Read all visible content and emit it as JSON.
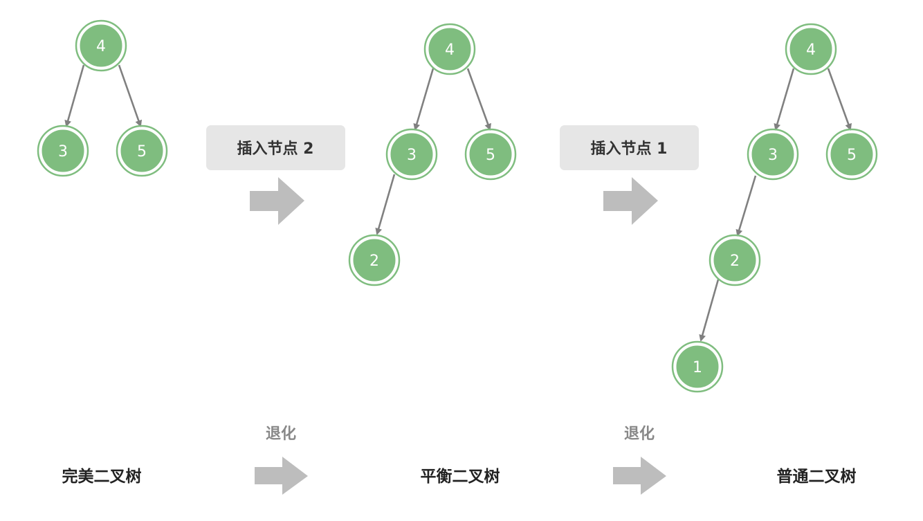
{
  "colors": {
    "node": "#7fbd7f",
    "edge": "#808080",
    "label_box": "#e6e6e6",
    "arrow": "#bdbdbd"
  },
  "trees": [
    {
      "name": "完美二叉树",
      "nodes": [
        "4",
        "3",
        "5"
      ]
    },
    {
      "name": "平衡二叉树",
      "nodes": [
        "4",
        "3",
        "5",
        "2"
      ]
    },
    {
      "name": "普通二叉树",
      "nodes": [
        "4",
        "3",
        "5",
        "2",
        "1"
      ]
    }
  ],
  "steps": [
    {
      "label": "插入节点 2",
      "bottom_label": "退化"
    },
    {
      "label": "插入节点 1",
      "bottom_label": "退化"
    }
  ]
}
